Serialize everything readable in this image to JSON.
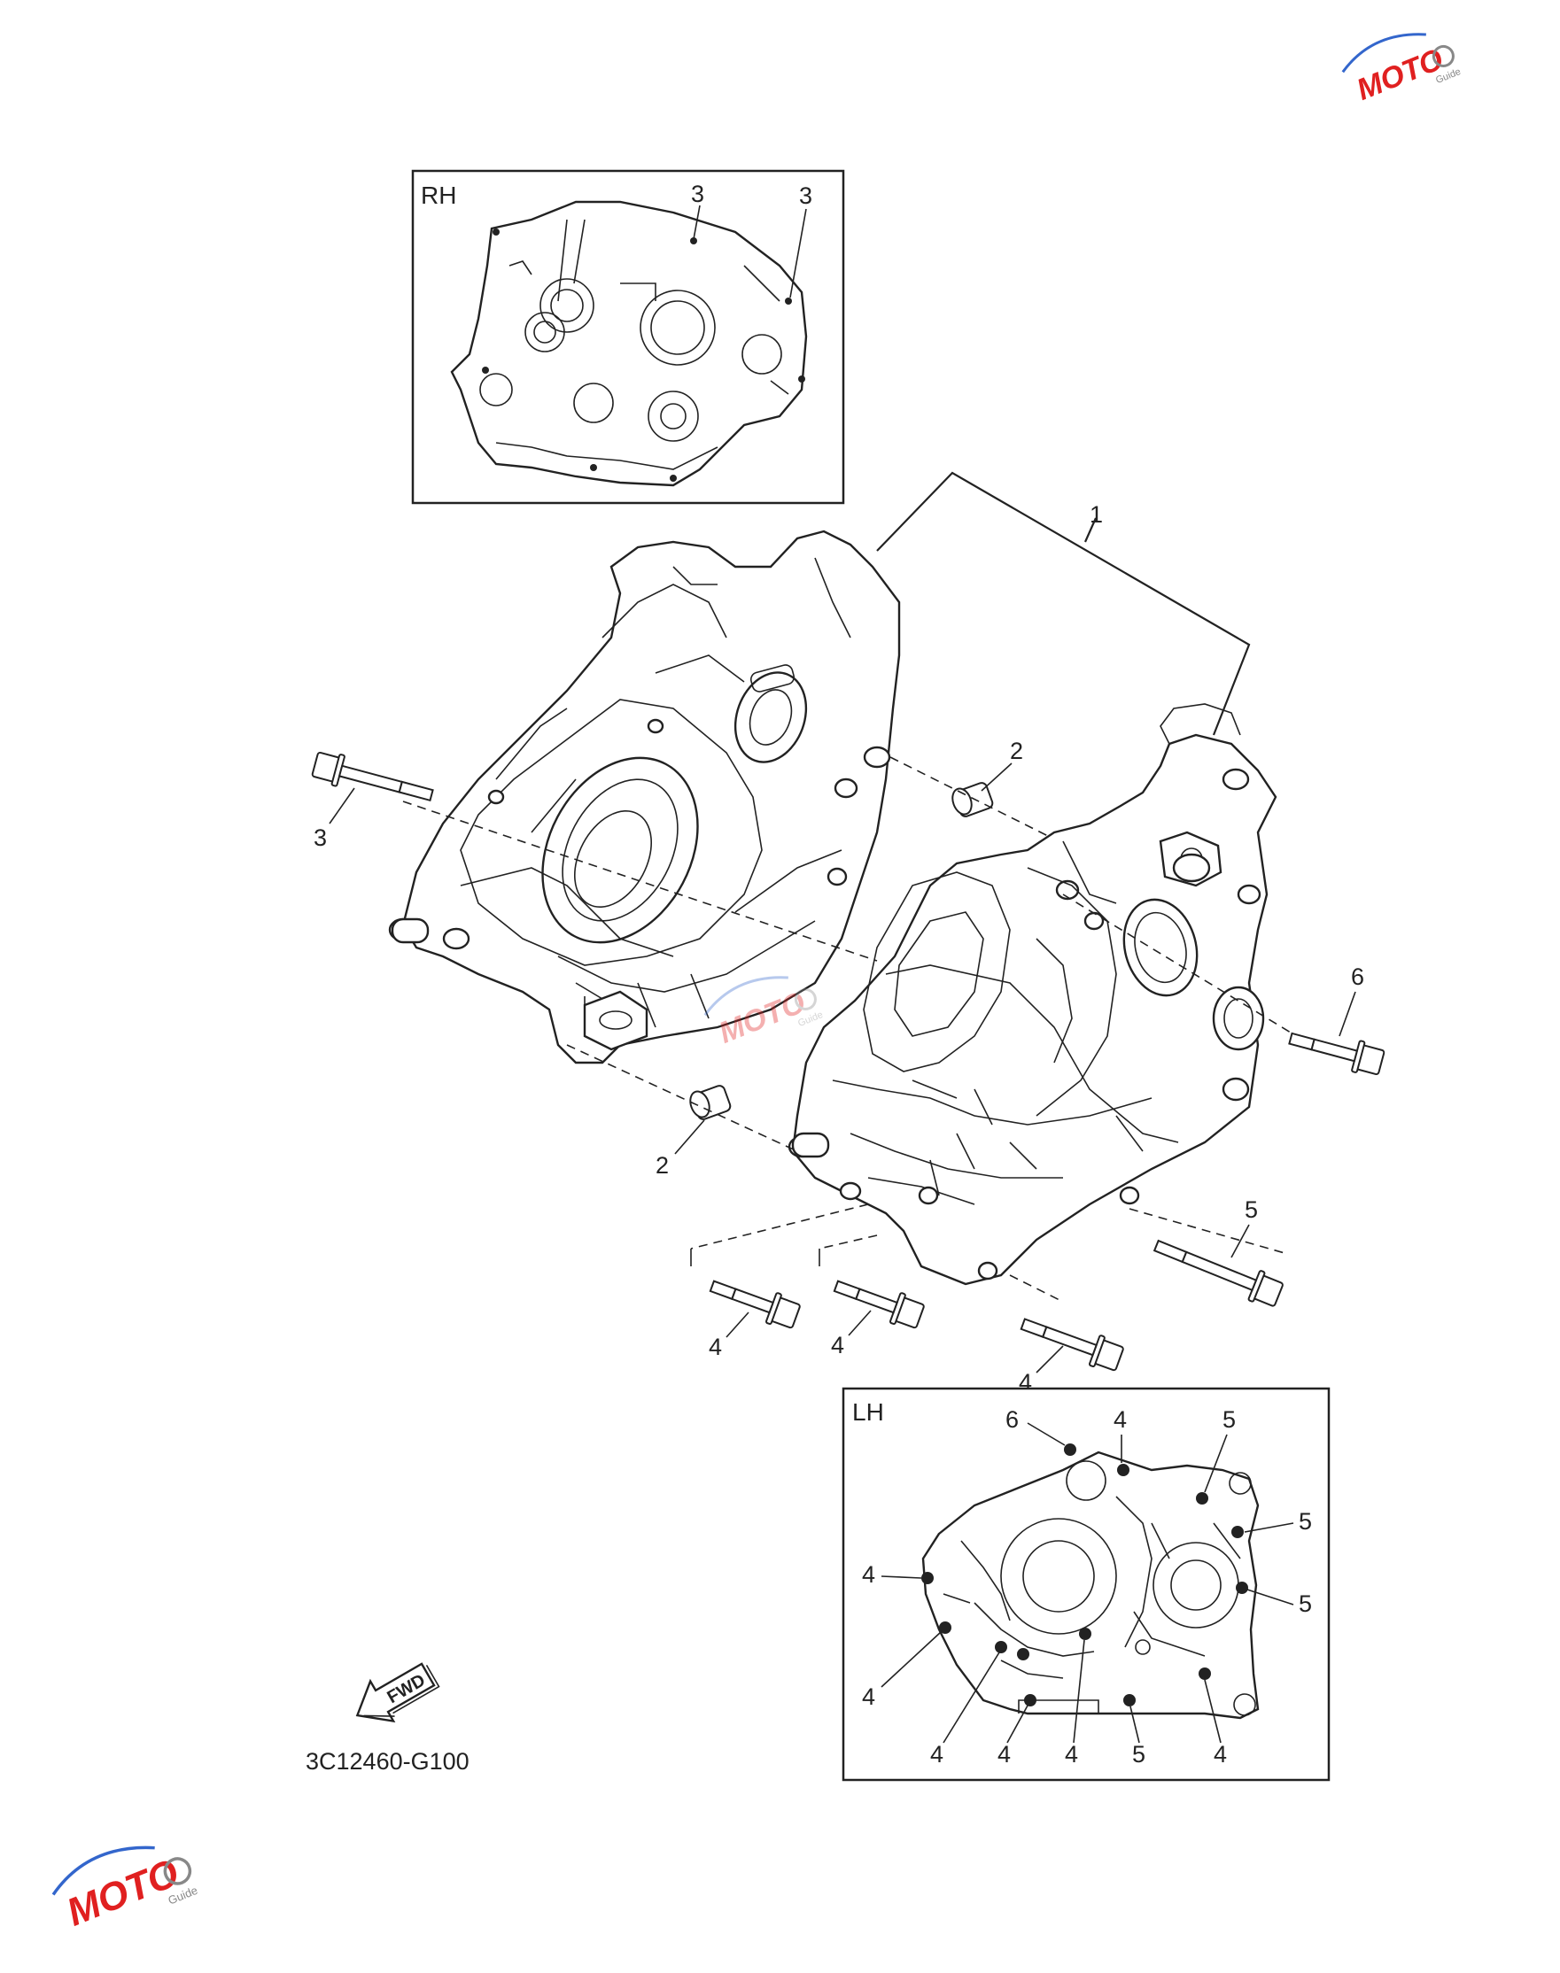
{
  "rh_inset": {
    "title": "RH",
    "callouts": [
      "3",
      "3"
    ]
  },
  "lh_inset": {
    "title": "LH",
    "callouts": [
      "6",
      "4",
      "5",
      "5",
      "5",
      "4",
      "4",
      "4",
      "4",
      "4",
      "5",
      "4"
    ]
  },
  "main_callouts": {
    "c1": "1",
    "c2a": "2",
    "c2b": "2",
    "c3": "3",
    "c4a": "4",
    "c4b": "4",
    "c4c": "4",
    "c5": "5",
    "c6": "6"
  },
  "fwd_arrow": {
    "label": "FWD"
  },
  "diagram_code": "3C12460-G100",
  "watermark": {
    "brand": "MOTO",
    "sub": "Guide",
    "colors": {
      "red": "#e02020",
      "blue": "#3366cc"
    }
  }
}
